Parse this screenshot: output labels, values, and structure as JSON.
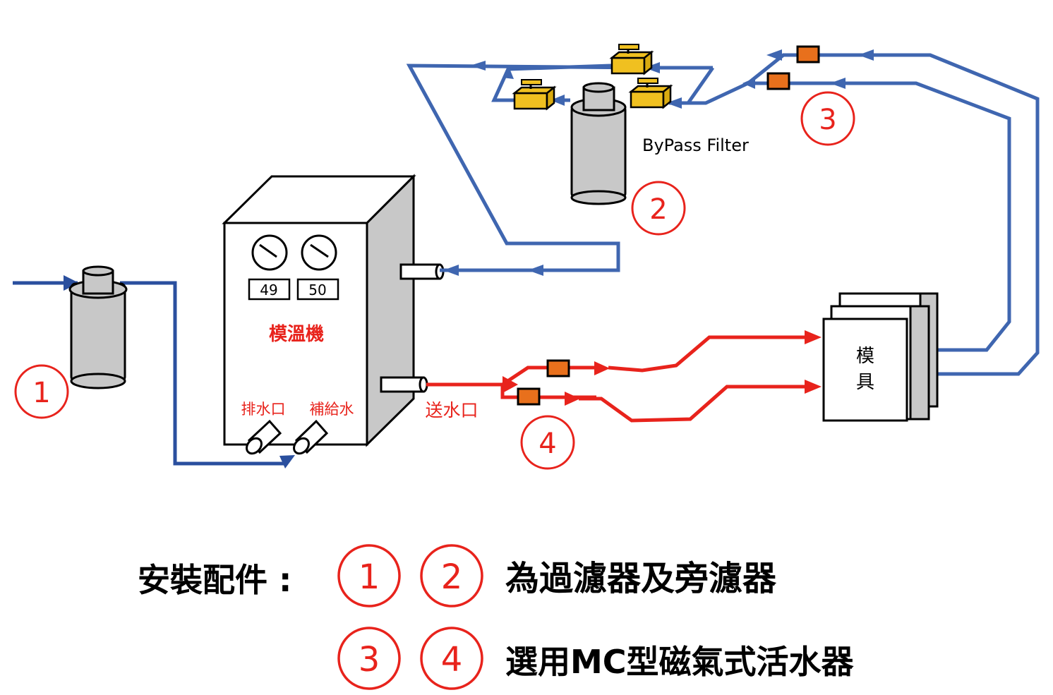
{
  "machine": {
    "title": "模溫機",
    "gauge_values": [
      "49",
      "50"
    ],
    "drain_label": "排水口",
    "supply_label": "補給水",
    "outlet_label": "送水口"
  },
  "mold": {
    "label": "模具"
  },
  "bypass": {
    "label": "ByPass Filter"
  },
  "markers": [
    "1",
    "2",
    "3",
    "4"
  ],
  "legend": {
    "intro": "安裝配件 :",
    "line1": {
      "markers": [
        "1",
        "2"
      ],
      "text": "為過濾器及旁濾器"
    },
    "line2": {
      "markers": [
        "3",
        "4"
      ],
      "text": "選用MC型磁氣式活水器"
    }
  },
  "colors": {
    "return_line": "#3f66b0",
    "supply_line": "#e8231c",
    "marker": "#e8231c",
    "filter_body": "#c8c8c8",
    "valve": "#f0c020",
    "magnet": "#e8701c"
  }
}
